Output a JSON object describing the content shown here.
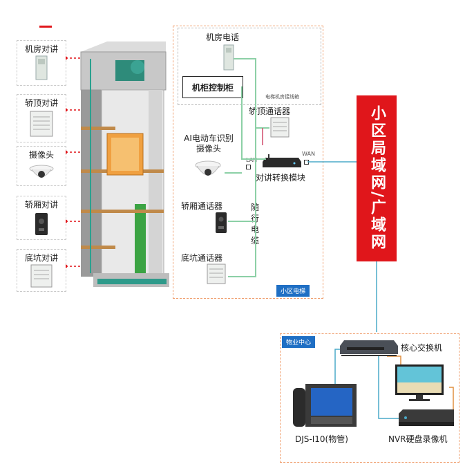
{
  "left_labels": [
    {
      "id": "machine-room-intercom",
      "text": "机房对讲"
    },
    {
      "id": "car-top-intercom",
      "text": "轿顶对讲"
    },
    {
      "id": "camera",
      "text": "摄像头"
    },
    {
      "id": "car-intercom",
      "text": "轿厢对讲"
    },
    {
      "id": "pit-intercom",
      "text": "底坑对讲"
    }
  ],
  "center": {
    "machine_room_phone": "机房电话",
    "cabinet_controller": "机柜控制柜",
    "machine_room_wiring": "电梯机房接线箱",
    "car_top_device": "轿顶通话器",
    "ai_camera": "AI电动车识别摄像头",
    "lan": "LAN",
    "wan": "WAN",
    "converter": "对讲转换模块",
    "car_device": "轿厢通话器",
    "pit_device": "底坑通话器",
    "travel_cable": "随行电缆",
    "region_tag": "小区电梯"
  },
  "network": {
    "lan_text": "小区局域网/广域网"
  },
  "property": {
    "region_tag": "物业中心",
    "core_switch": "核心交换机",
    "djs": "DJS-I10(物管)",
    "nvr": "NVR硬盘录像机"
  }
}
